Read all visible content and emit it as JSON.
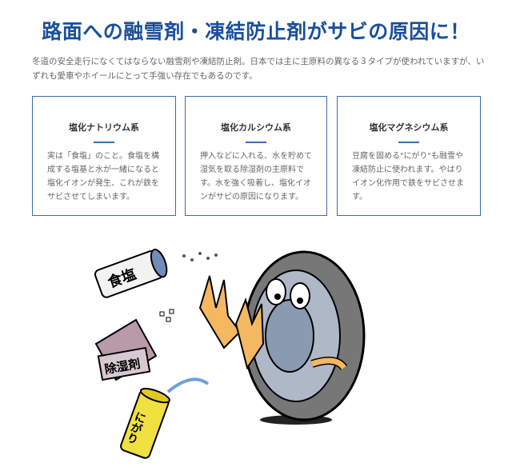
{
  "title": "路面への融雪剤・凍結防止剤がサビの原因に！",
  "intro": "冬道の安全走行になくてはならない融雪剤や凍結防止剤。日本では主に主原料の異なる３タイプが使われていますが、いずれも愛車やホイールにとって手強い存在でもあるのです。",
  "cards": [
    {
      "title": "塩化ナトリウム系",
      "body": "実は「食塩」のこと。食塩を構成する塩基と水が一緒になると塩化イオンが発生、これが鉄をサビさせてしまいます。"
    },
    {
      "title": "塩化カルシウム系",
      "body": "押入などに入れる、水を貯めて湿気を取る除湿剤の主原料です。水を強く吸着し、塩化イオンがサビの原因になります。"
    },
    {
      "title": "塩化マグネシウム系",
      "body": "豆腐を固める\"にがり\"も融雪や凍結防止に使われます。やはりイオン化作用で鉄をサビさせます。"
    }
  ],
  "illustration": {
    "salt_label": "食塩",
    "dehumidifier_label": "除湿剤",
    "nigari_label": "にがり"
  },
  "colors": {
    "accent": "#1a4f9c",
    "border": "#3e6bb0"
  }
}
